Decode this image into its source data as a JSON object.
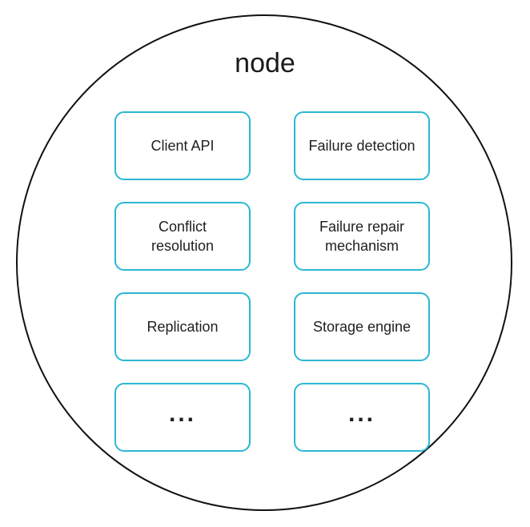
{
  "diagram": {
    "title": "node",
    "components": [
      {
        "label": "Client API"
      },
      {
        "label": "Failure detection"
      },
      {
        "label": "Conflict\nresolution"
      },
      {
        "label": "Failure repair\nmechanism"
      },
      {
        "label": "Replication"
      },
      {
        "label": "Storage engine"
      },
      {
        "label": "..."
      },
      {
        "label": "..."
      }
    ],
    "colors": {
      "box_border": "#2bb7d3",
      "circle_border": "#111111",
      "text": "#1f1f1f"
    }
  }
}
